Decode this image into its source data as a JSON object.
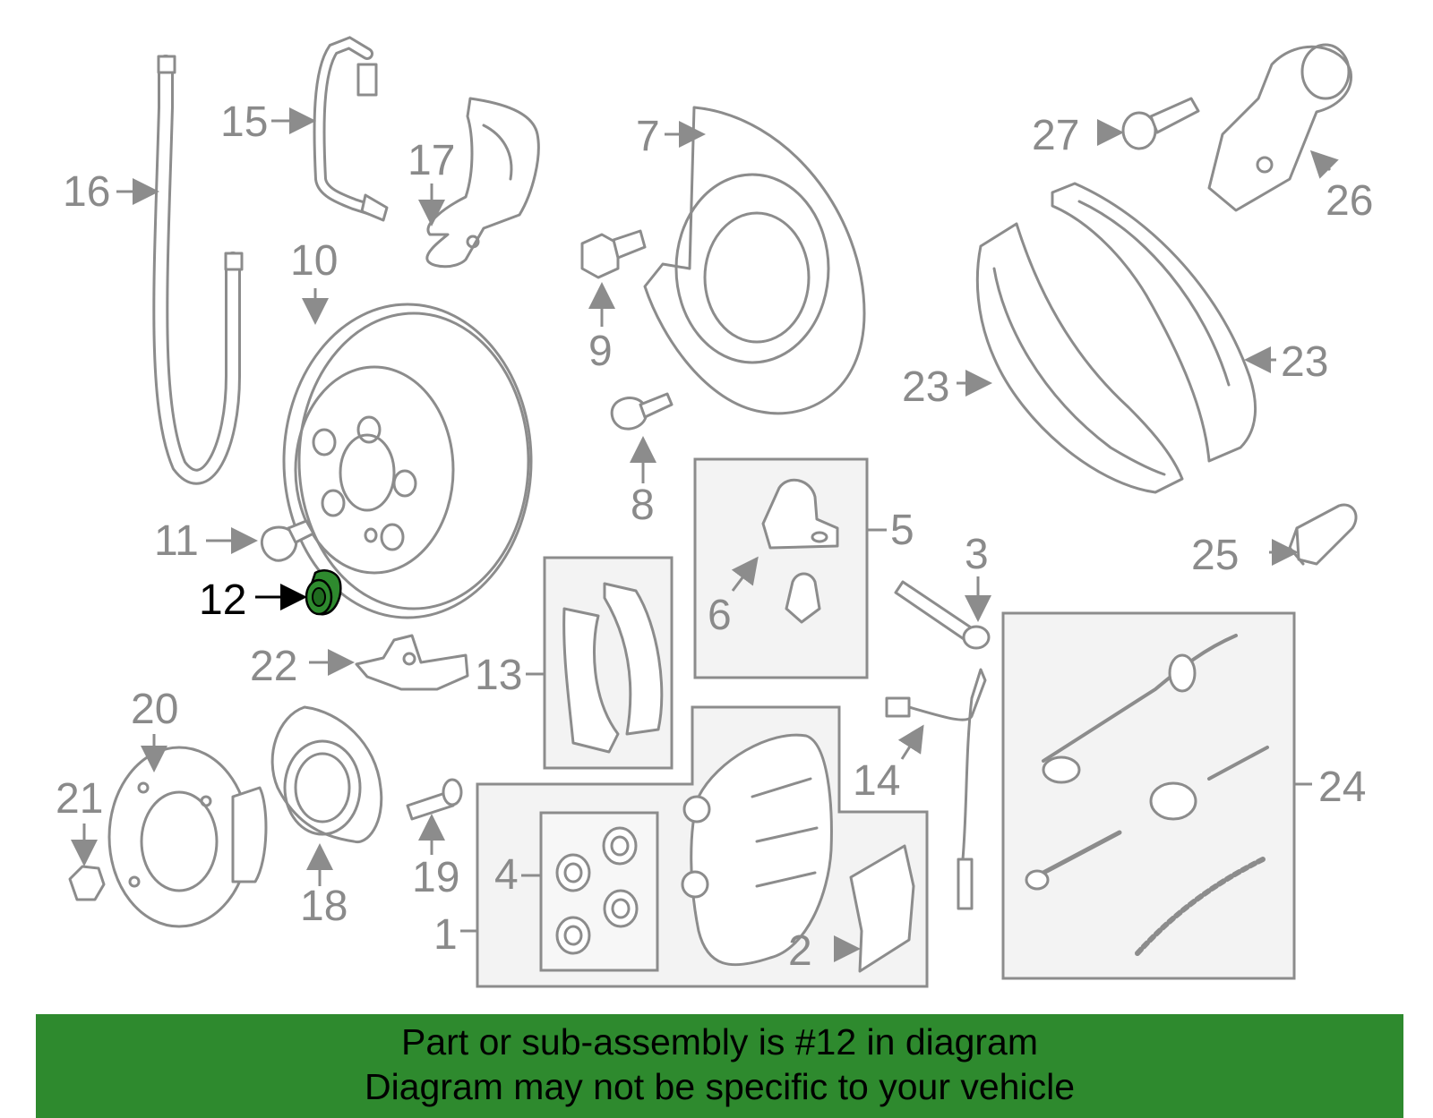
{
  "diagram": {
    "highlight_color": "#2e8a2e",
    "part_color": "#8c8c8c",
    "labels": {
      "p1": "1",
      "p2": "2",
      "p3": "3",
      "p4": "4",
      "p5": "5",
      "p6": "6",
      "p7": "7",
      "p8": "8",
      "p9": "9",
      "p10": "10",
      "p11": "11",
      "p12": "12",
      "p13": "13",
      "p14": "14",
      "p15": "15",
      "p16": "16",
      "p17": "17",
      "p18": "18",
      "p19": "19",
      "p20": "20",
      "p21": "21",
      "p22": "22",
      "p23a": "23",
      "p23b": "23",
      "p24": "24",
      "p25": "25",
      "p26": "26",
      "p27": "27"
    },
    "highlighted_part": "12"
  },
  "banner": {
    "line1": "Part or sub-assembly is #12 in diagram",
    "line2": "Diagram may not be specific to your vehicle",
    "background": "#2e8a2e"
  }
}
